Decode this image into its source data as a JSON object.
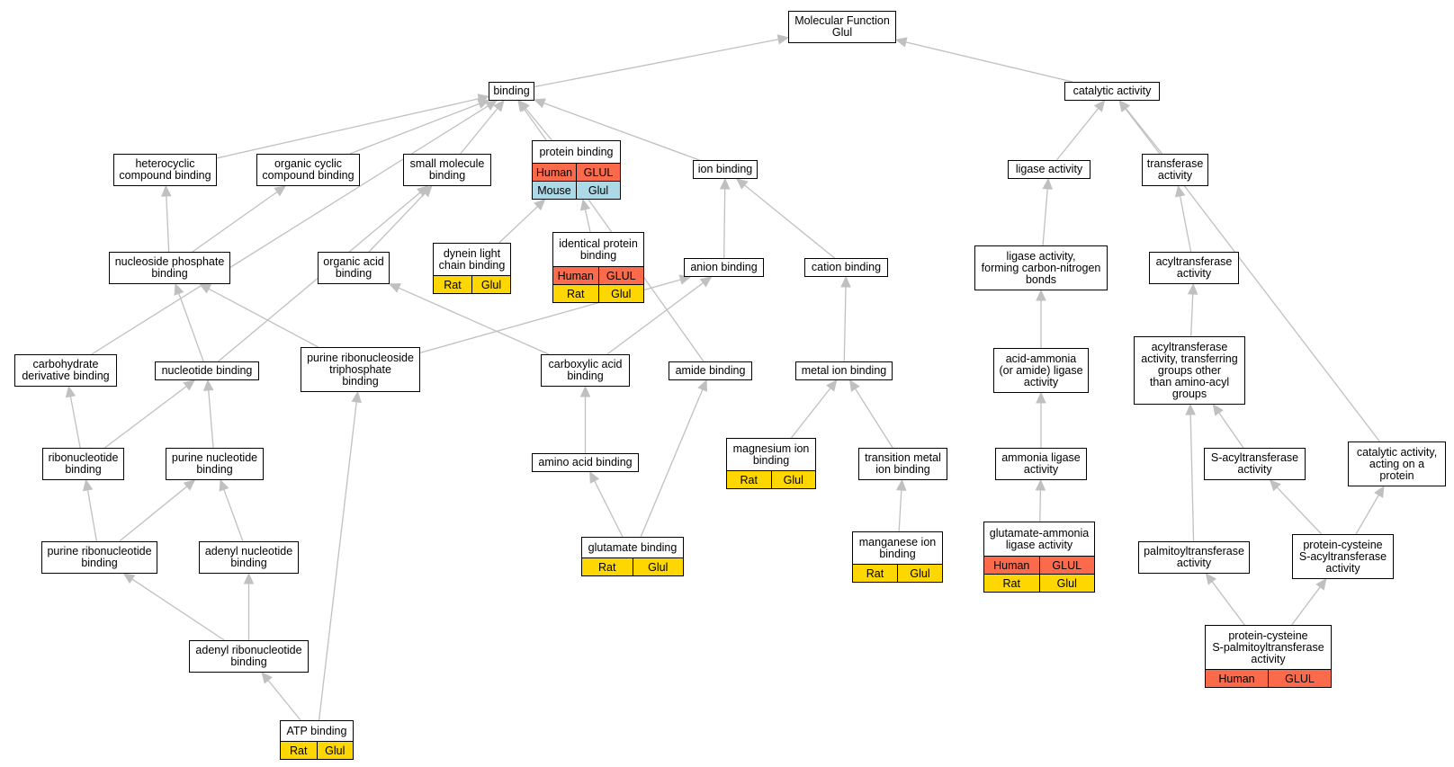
{
  "colors": {
    "Human": "#fb6a4a",
    "Mouse": "#add8e6",
    "Rat": "#ffd700",
    "edge": "#c0c0c0"
  },
  "nodes": [
    {
      "id": "mf",
      "label": "Molecular Function\nGlul",
      "rows": []
    },
    {
      "id": "binding",
      "label": "binding",
      "rows": []
    },
    {
      "id": "catalytic",
      "label": "catalytic activity",
      "rows": []
    },
    {
      "id": "hetero",
      "label": "heterocyclic\ncompound binding",
      "rows": []
    },
    {
      "id": "orgcyc",
      "label": "organic cyclic\ncompound binding",
      "rows": []
    },
    {
      "id": "smallmol",
      "label": "small molecule\nbinding",
      "rows": []
    },
    {
      "id": "protbind",
      "label": "protein binding",
      "rows": [
        [
          "Human",
          "GLUL"
        ],
        [
          "Mouse",
          "Glul"
        ]
      ]
    },
    {
      "id": "ionbind",
      "label": "ion binding",
      "rows": []
    },
    {
      "id": "ligase",
      "label": "ligase activity",
      "rows": []
    },
    {
      "id": "transferase",
      "label": "transferase\nactivity",
      "rows": []
    },
    {
      "id": "nucphos",
      "label": "nucleoside phosphate\nbinding",
      "rows": []
    },
    {
      "id": "orgacid",
      "label": "organic acid\nbinding",
      "rows": []
    },
    {
      "id": "dynein",
      "label": "dynein light\nchain binding",
      "rows": [
        [
          "Rat",
          "Glul"
        ]
      ]
    },
    {
      "id": "identprot",
      "label": "identical protein\nbinding",
      "rows": [
        [
          "Human",
          "GLUL"
        ],
        [
          "Rat",
          "Glul"
        ]
      ]
    },
    {
      "id": "anion",
      "label": "anion binding",
      "rows": []
    },
    {
      "id": "cation",
      "label": "cation binding",
      "rows": []
    },
    {
      "id": "ligaseCN",
      "label": "ligase activity,\nforming carbon-nitrogen\nbonds",
      "rows": []
    },
    {
      "id": "acyltrans",
      "label": "acyltransferase\nactivity",
      "rows": []
    },
    {
      "id": "carbo",
      "label": "carbohydrate\nderivative binding",
      "rows": []
    },
    {
      "id": "nucleotide",
      "label": "nucleotide binding",
      "rows": []
    },
    {
      "id": "purribotri",
      "label": "purine ribonucleoside\ntriphosphate\nbinding",
      "rows": []
    },
    {
      "id": "carboxylic",
      "label": "carboxylic acid\nbinding",
      "rows": []
    },
    {
      "id": "amide",
      "label": "amide binding",
      "rows": []
    },
    {
      "id": "metalion",
      "label": "metal ion binding",
      "rows": []
    },
    {
      "id": "acidammonia",
      "label": "acid-ammonia\n(or amide) ligase\nactivity",
      "rows": []
    },
    {
      "id": "acyltransOther",
      "label": "acyltransferase\nactivity, transferring\ngroups other\nthan amino-acyl\ngroups",
      "rows": []
    },
    {
      "id": "ribonuc",
      "label": "ribonucleotide\nbinding",
      "rows": []
    },
    {
      "id": "purnuc",
      "label": "purine nucleotide\nbinding",
      "rows": []
    },
    {
      "id": "aminoacid",
      "label": "amino acid binding",
      "rows": []
    },
    {
      "id": "magnesium",
      "label": "magnesium ion\nbinding",
      "rows": [
        [
          "Rat",
          "Glul"
        ]
      ]
    },
    {
      "id": "transmetal",
      "label": "transition metal\nion binding",
      "rows": []
    },
    {
      "id": "ammonialig",
      "label": "ammonia ligase\nactivity",
      "rows": []
    },
    {
      "id": "sacyl",
      "label": "S-acyltransferase\nactivity",
      "rows": []
    },
    {
      "id": "catprot",
      "label": "catalytic activity,\nacting on a\nprotein",
      "rows": []
    },
    {
      "id": "purribonuc",
      "label": "purine ribonucleotide\nbinding",
      "rows": []
    },
    {
      "id": "adenylnuc",
      "label": "adenyl nucleotide\nbinding",
      "rows": []
    },
    {
      "id": "glutamate",
      "label": "glutamate binding",
      "rows": [
        [
          "Rat",
          "Glul"
        ]
      ]
    },
    {
      "id": "manganese",
      "label": "manganese ion\nbinding",
      "rows": [
        [
          "Rat",
          "Glul"
        ]
      ]
    },
    {
      "id": "glutammlig",
      "label": "glutamate-ammonia\nligase activity",
      "rows": [
        [
          "Human",
          "GLUL"
        ],
        [
          "Rat",
          "Glul"
        ]
      ]
    },
    {
      "id": "palmitoyl",
      "label": "palmitoyltransferase\nactivity",
      "rows": []
    },
    {
      "id": "protcysS",
      "label": "protein-cysteine\nS-acyltransferase\nactivity",
      "rows": []
    },
    {
      "id": "adenylribo",
      "label": "adenyl ribonucleotide\nbinding",
      "rows": []
    },
    {
      "id": "protcysPalm",
      "label": "protein-cysteine\nS-palmitoyltransferase\nactivity",
      "rows": [
        [
          "Human",
          "GLUL"
        ]
      ]
    },
    {
      "id": "atp",
      "label": "ATP binding",
      "rows": [
        [
          "Rat",
          "Glul"
        ]
      ]
    }
  ],
  "edges": [
    [
      "binding",
      "mf"
    ],
    [
      "catalytic",
      "mf"
    ],
    [
      "hetero",
      "binding"
    ],
    [
      "orgcyc",
      "binding"
    ],
    [
      "smallmol",
      "binding"
    ],
    [
      "protbind",
      "binding"
    ],
    [
      "ionbind",
      "binding"
    ],
    [
      "carbo",
      "binding"
    ],
    [
      "amide",
      "binding"
    ],
    [
      "ligase",
      "catalytic"
    ],
    [
      "transferase",
      "catalytic"
    ],
    [
      "catprot",
      "catalytic"
    ],
    [
      "nucphos",
      "hetero"
    ],
    [
      "nucphos",
      "orgcyc"
    ],
    [
      "orgacid",
      "smallmol"
    ],
    [
      "nucleotide",
      "smallmol"
    ],
    [
      "dynein",
      "protbind"
    ],
    [
      "identprot",
      "protbind"
    ],
    [
      "anion",
      "ionbind"
    ],
    [
      "cation",
      "ionbind"
    ],
    [
      "ligaseCN",
      "ligase"
    ],
    [
      "acyltrans",
      "transferase"
    ],
    [
      "nucleotide",
      "nucphos"
    ],
    [
      "purribotri",
      "nucphos"
    ],
    [
      "carboxylic",
      "orgacid"
    ],
    [
      "purribotri",
      "anion"
    ],
    [
      "carboxylic",
      "anion"
    ],
    [
      "metalion",
      "cation"
    ],
    [
      "acidammonia",
      "ligaseCN"
    ],
    [
      "acyltransOther",
      "acyltrans"
    ],
    [
      "ribonuc",
      "carbo"
    ],
    [
      "ribonuc",
      "nucleotide"
    ],
    [
      "purnuc",
      "nucleotide"
    ],
    [
      "aminoacid",
      "carboxylic"
    ],
    [
      "magnesium",
      "metalion"
    ],
    [
      "transmetal",
      "metalion"
    ],
    [
      "ammonialig",
      "acidammonia"
    ],
    [
      "sacyl",
      "acyltransOther"
    ],
    [
      "palmitoyl",
      "acyltransOther"
    ],
    [
      "purribonuc",
      "ribonuc"
    ],
    [
      "purribonuc",
      "purnuc"
    ],
    [
      "adenylnuc",
      "purnuc"
    ],
    [
      "glutamate",
      "aminoacid"
    ],
    [
      "glutamate",
      "amide"
    ],
    [
      "manganese",
      "transmetal"
    ],
    [
      "glutammlig",
      "ammonialig"
    ],
    [
      "protcysS",
      "sacyl"
    ],
    [
      "protcysS",
      "catprot"
    ],
    [
      "adenylribo",
      "purribonuc"
    ],
    [
      "adenylribo",
      "adenylnuc"
    ],
    [
      "protcysPalm",
      "palmitoyl"
    ],
    [
      "protcysPalm",
      "protcysS"
    ],
    [
      "atp",
      "adenylribo"
    ],
    [
      "atp",
      "purribotri"
    ]
  ]
}
